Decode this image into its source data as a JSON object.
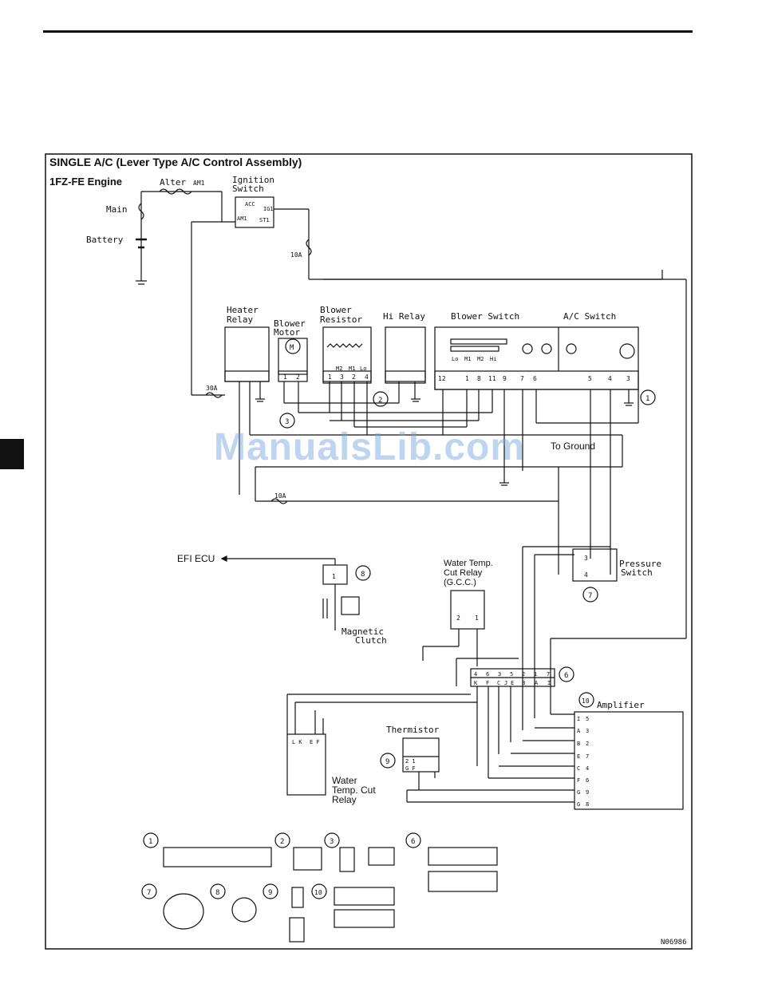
{
  "header": {
    "title": "SINGLE A/C (Lever Type A/C Control Assembly)",
    "engine": "1FZ-FE Engine"
  },
  "watermark": "ManualsLib.com",
  "labels": {
    "alter": "Alter",
    "am1_top": "AM1",
    "ignition_switch": [
      "Ignition",
      "Switch"
    ],
    "acc": "ACC",
    "ig1": "IG1",
    "am1_sw": "AM1",
    "st1": "ST1",
    "main": "Main",
    "battery": "Battery",
    "fuse_10a_top": "10A",
    "heater_relay": [
      "Heater",
      "Relay"
    ],
    "blower_motor": [
      "Blower",
      "Motor"
    ],
    "blower_resistor": [
      "Blower",
      "Resistor"
    ],
    "hi_relay": "Hi Relay",
    "blower_switch": "Blower Switch",
    "ac_switch": "A/C Switch",
    "fuse_30a": "30A",
    "to_ground": "To Ground",
    "fuse_10a_mid": "10A",
    "efi_ecu": "EFI ECU",
    "magnetic_clutch": [
      "Magnetic",
      "Clutch"
    ],
    "water_temp_cut_relay_gcc": [
      "Water Temp.",
      "Cut Relay",
      "(G.C.C.)"
    ],
    "pressure_switch": [
      "Pressure",
      "Switch"
    ],
    "thermistor": "Thermistor",
    "amplifier": "Amplifier",
    "water_temp_cut_relay": [
      "Water",
      "Temp. Cut",
      "Relay"
    ],
    "code": "N06986"
  },
  "resistor_pins": [
    "M2",
    "M1",
    "Lo"
  ],
  "resistor_nums": [
    "1",
    "3",
    "2",
    "4"
  ],
  "blower_switch_pins": [
    "Lo",
    "M1",
    "M2",
    "Hi"
  ],
  "blower_switch_nums": [
    "12",
    "1",
    "8",
    "11",
    "9",
    "7",
    "6"
  ],
  "ac_switch_nums": [
    "5",
    "4",
    "3"
  ],
  "motor_pins": [
    "1",
    "2"
  ],
  "connector6_top": [
    "4",
    "6",
    "3",
    "5",
    "2",
    "1",
    "7"
  ],
  "connector6_bot": [
    "K",
    "F",
    "C",
    "J",
    "E",
    "B",
    "A",
    "I"
  ],
  "amp_letters": [
    "I",
    "A",
    "B",
    "E",
    "C",
    "F",
    "G",
    "G"
  ],
  "amp_nums": [
    "5",
    "3",
    "2",
    "7",
    "4",
    "6",
    "9",
    "8"
  ],
  "callouts": [
    "1",
    "2",
    "3",
    "6",
    "7",
    "8",
    "9",
    "10"
  ],
  "misc": {
    "pin3": "3",
    "pin4": "4",
    "pin1": "1",
    "pin2": "2",
    "lk": "L K",
    "ef": "E F",
    "therm_top": "2 1",
    "therm_bot": "G F",
    "M": "M"
  }
}
